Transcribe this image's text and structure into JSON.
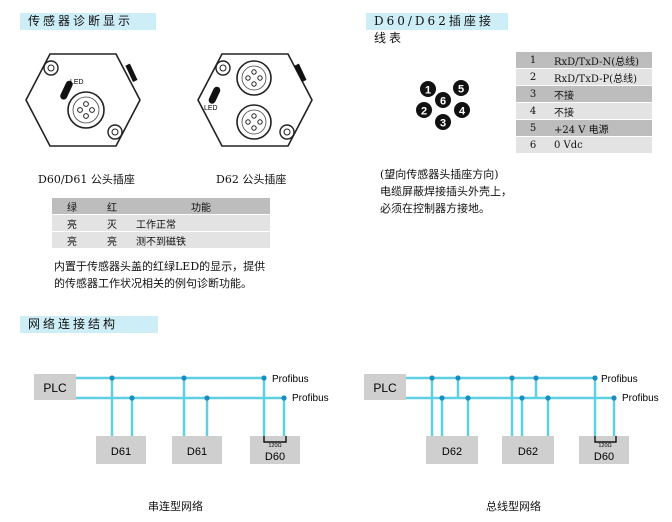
{
  "sections": {
    "diagnostics_title": "传感器诊断显示",
    "pinout_title": "D60/D62插座接线表",
    "network_title": "网络连接结构"
  },
  "connectors": {
    "led_label": "LED",
    "d60_caption": "D60/D61 公头插座",
    "d62_caption": "D62 公头插座"
  },
  "led_table": {
    "headers": [
      "绿",
      "红",
      "功能"
    ],
    "rows": [
      [
        "亮",
        "灭",
        "工作正常"
      ],
      [
        "亮",
        "亮",
        "测不到磁铁"
      ]
    ]
  },
  "led_note": [
    "内置于传感器头盖的红绿LED的显示，提供",
    "的传感器工作状况相关的例句诊断功能。"
  ],
  "pin_diagram": {
    "pins": [
      "1",
      "2",
      "3",
      "4",
      "5",
      "6"
    ]
  },
  "pin_table": {
    "rows": [
      [
        "1",
        "RxD/TxD-N(总线)"
      ],
      [
        "2",
        "RxD/TxD-P(总线)"
      ],
      [
        "3",
        "不接"
      ],
      [
        "4",
        "不接"
      ],
      [
        "5",
        "+24 V 电源"
      ],
      [
        "6",
        "0 Vdc"
      ]
    ]
  },
  "pin_note": [
    "(望向传感器头插座方向)",
    "电缆屏蔽焊接插头外壳上，",
    "必须在控制器方接地。"
  ],
  "network": {
    "plc": "PLC",
    "profibus": "Profibus",
    "terminator": "120Ω",
    "serial": {
      "devices": [
        "D61",
        "D61",
        "D60"
      ],
      "caption": "串连型网络"
    },
    "bus": {
      "devices": [
        "D62",
        "D62",
        "D60"
      ],
      "caption": "总线型网络"
    }
  },
  "colors": {
    "header_bg": "#cdeef6",
    "bus_line": "#5fd0e4",
    "table_dark": "#bdbdbd",
    "table_light": "#e3e3e3"
  }
}
